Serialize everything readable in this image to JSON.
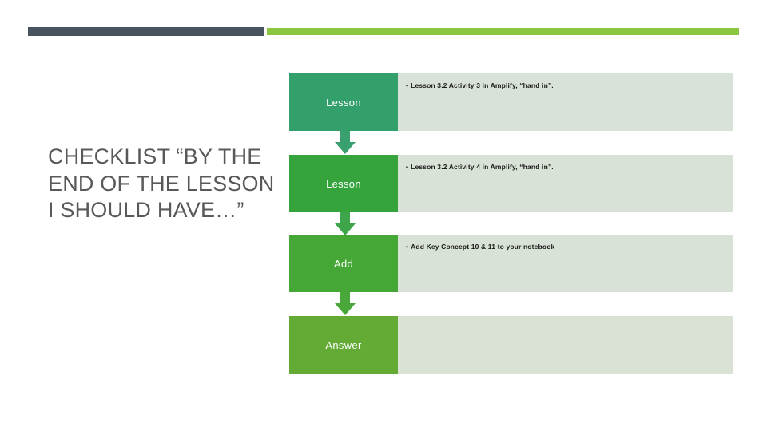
{
  "slide": {
    "title": "Checklist “by the end of the lesson I should have…”",
    "title_display": "CHECKLIST “BY THE END OF THE LESSON I SHOULD HAVE…”"
  },
  "decor": {
    "bar_dark_color": "#485360",
    "bar_green_color": "#8cc540"
  },
  "flow": {
    "rows": [
      {
        "label": "Lesson",
        "bullet": "Lesson 3.2 Activity 3 in Amplify, “hand in”.",
        "bullet_marker": "•",
        "box_color": "#33a06b",
        "panel_color": "#d9e2d8",
        "arrow_color": "#3aa06f"
      },
      {
        "label": "Lesson",
        "bullet": "Lesson 3.2 Activity 4 in Amplify, “hand in”.",
        "bullet_marker": "•",
        "box_color": "#36a43d",
        "panel_color": "#d9e2d7",
        "arrow_color": "#3fa54a"
      },
      {
        "label": "Add",
        "bullet": "Add Key Concept 10 & 11 to your notebook",
        "bullet_marker": "•",
        "box_color": "#45a735",
        "panel_color": "#d9e2d6",
        "arrow_color": "#4aa83a"
      },
      {
        "label": "Answer",
        "bullet": "",
        "bullet_marker": "",
        "box_color": "#63ab35",
        "panel_color": "#d9e2d5",
        "arrow_color": ""
      }
    ]
  }
}
